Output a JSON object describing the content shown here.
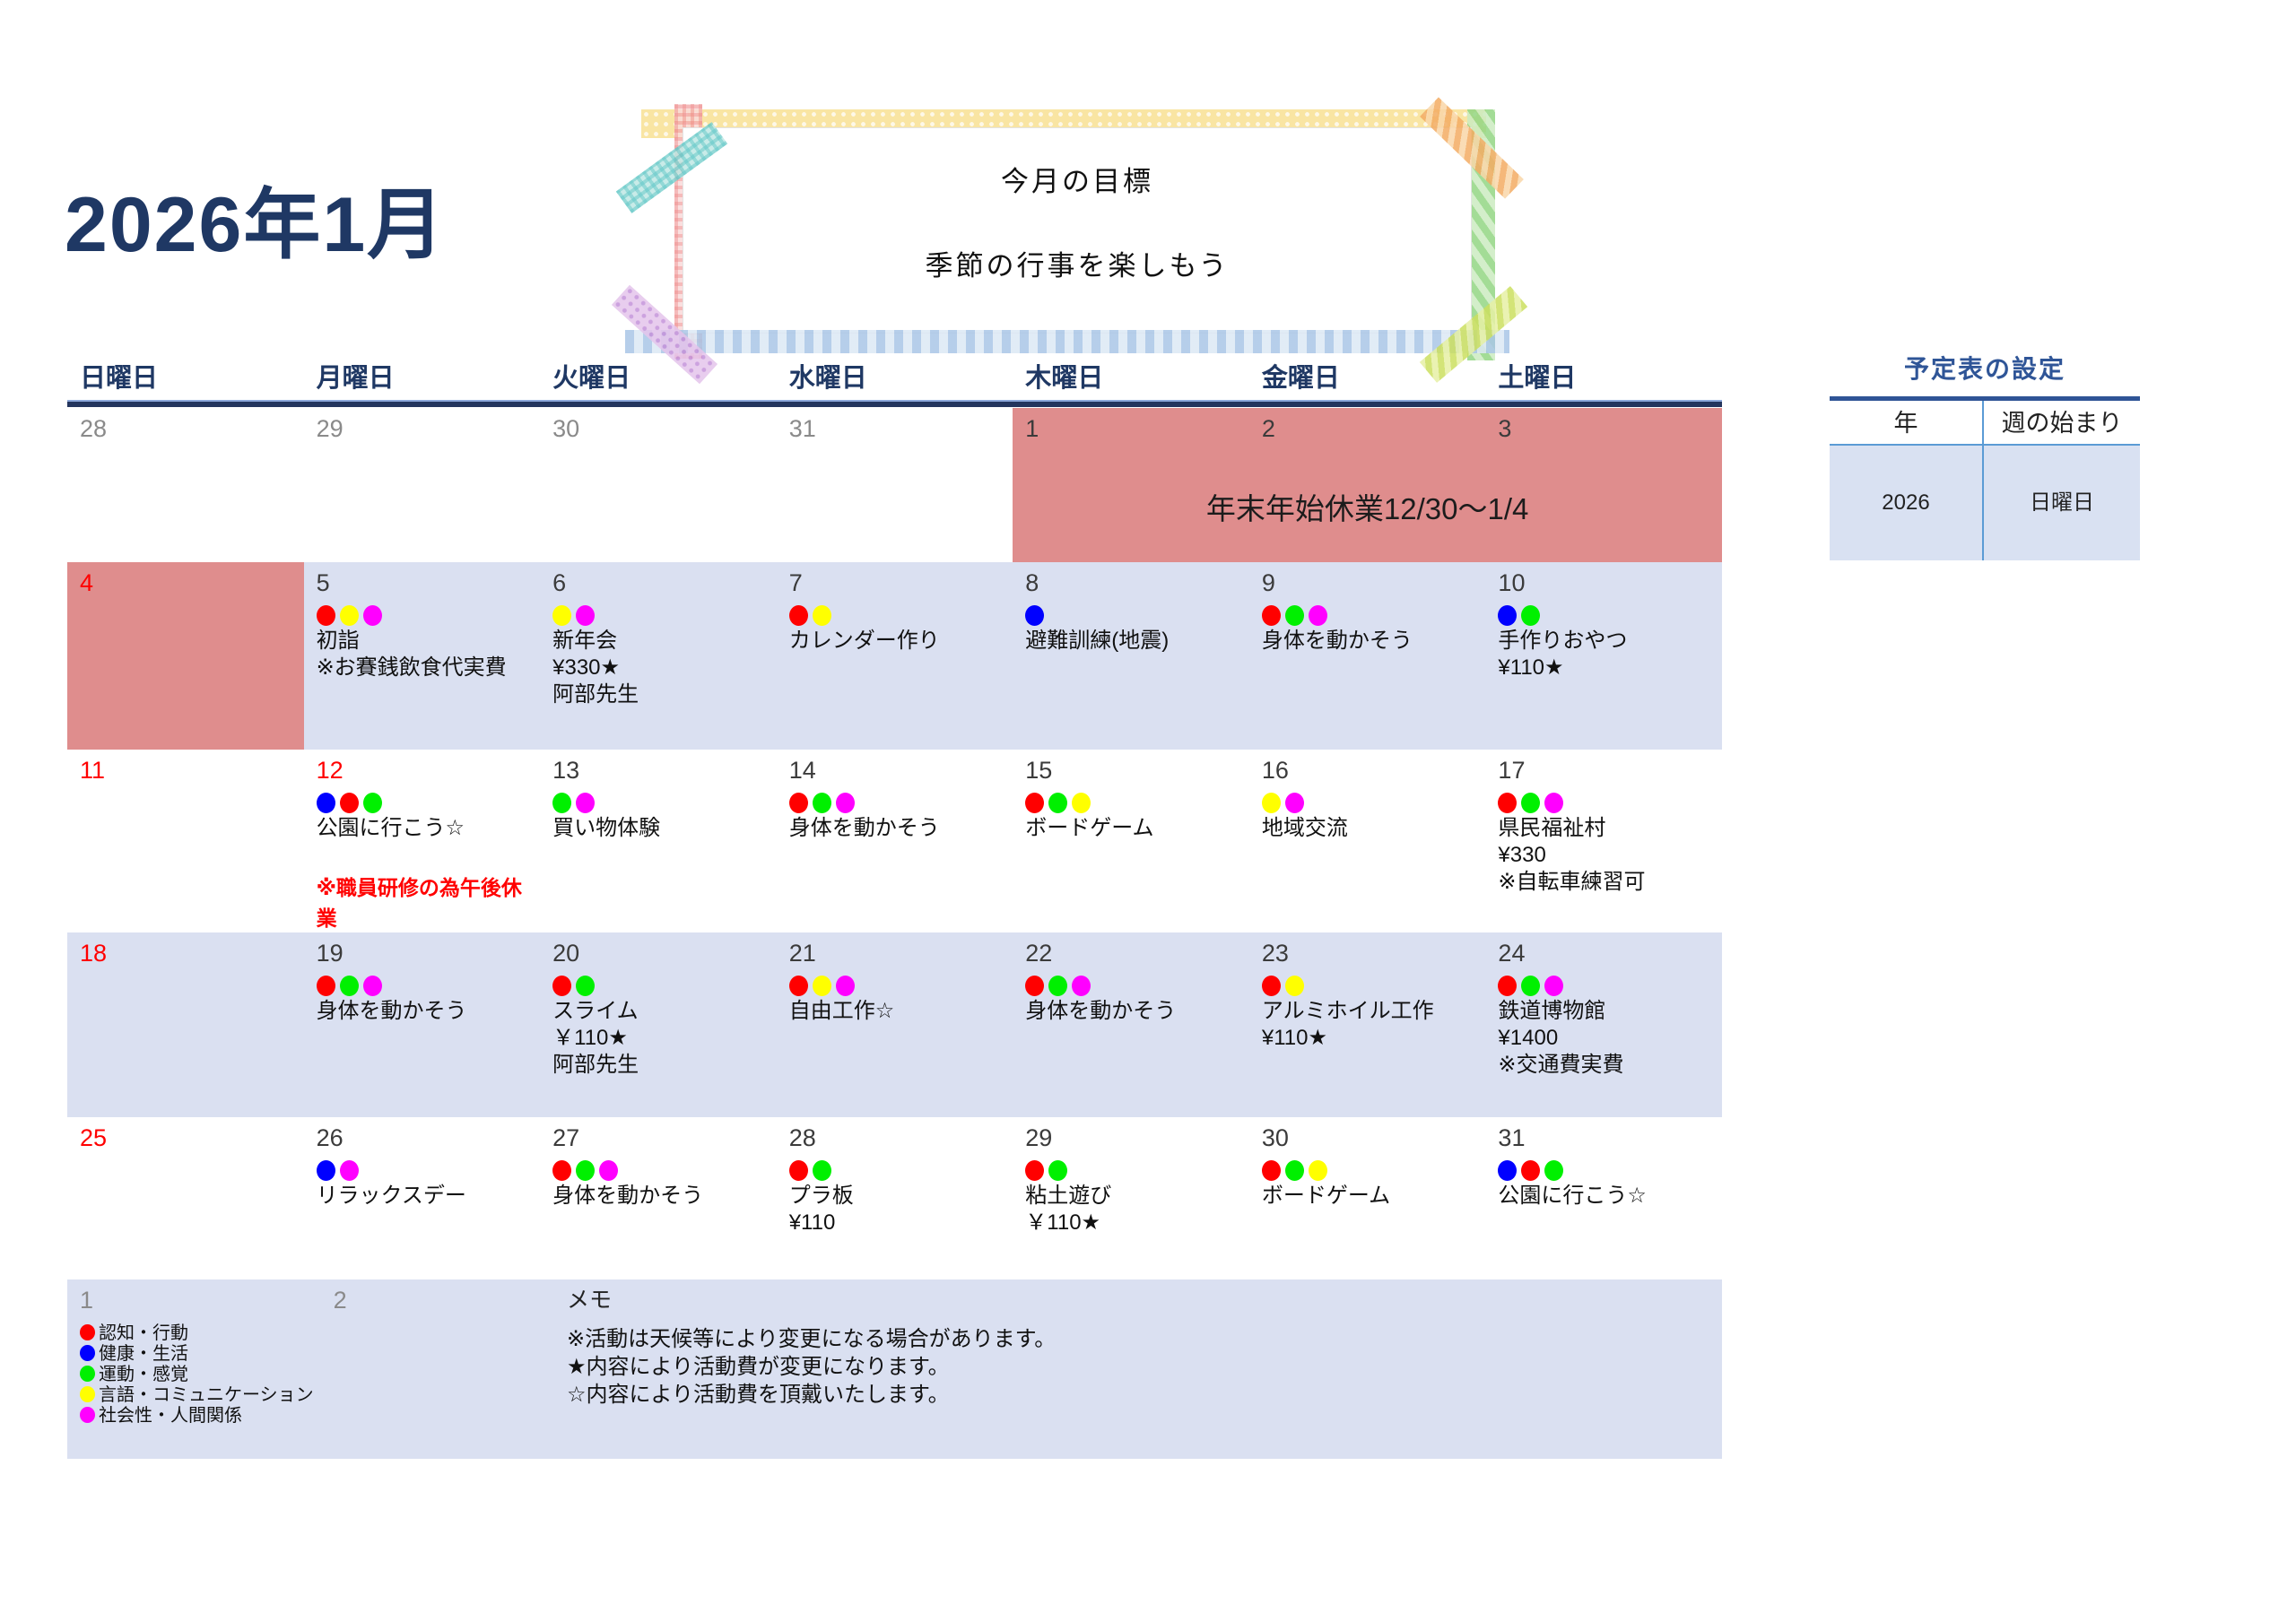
{
  "page": {
    "title": "2026年1月"
  },
  "banner": {
    "line1": "今月の目標",
    "line2": "季節の行事を楽しもう"
  },
  "weekday_headers": [
    "日曜日",
    "月曜日",
    "火曜日",
    "水曜日",
    "木曜日",
    "金曜日",
    "土曜日"
  ],
  "settings": {
    "title": "予定表の設定",
    "year_header": "年",
    "week_start_header": "週の始まり",
    "year_value": "2026",
    "week_start_value": "日曜日"
  },
  "dot_palette": {
    "red": "#FF0000",
    "blue": "#0000FF",
    "green": "#00F000",
    "yellow": "#FFFF00",
    "magenta": "#FF00FF"
  },
  "theme_colors": {
    "title_navy": "#1F3864",
    "holiday_red": "#DF8D8D",
    "week_band_blue": "#DAE0F1",
    "settings_blue": "#2F5597",
    "sunday_red": "#FF0000"
  },
  "calendar": {
    "rows": [
      {
        "bg": "white",
        "cells": [
          {
            "date": "28",
            "date_color": "gray"
          },
          {
            "date": "29",
            "date_color": "gray"
          },
          {
            "date": "30",
            "date_color": "gray"
          },
          {
            "date": "31",
            "date_color": "gray"
          },
          {
            "type": "holiday-block",
            "span": 3,
            "dates": [
              "1",
              "2",
              "3"
            ],
            "text": "年末年始休業12/30～1/4"
          }
        ]
      },
      {
        "bg": "blue",
        "cells": [
          {
            "date": "4",
            "date_color": "red",
            "cell_bg": "holiday"
          },
          {
            "date": "5",
            "dots": [
              "red",
              "yellow",
              "magenta"
            ],
            "lines": [
              "初詣",
              "※お賽銭飲食代実費"
            ]
          },
          {
            "date": "6",
            "dots": [
              "yellow",
              "magenta"
            ],
            "lines": [
              "新年会",
              "¥330★",
              "阿部先生"
            ]
          },
          {
            "date": "7",
            "dots": [
              "red",
              "yellow"
            ],
            "lines": [
              "カレンダー作り"
            ]
          },
          {
            "date": "8",
            "dots": [
              "blue"
            ],
            "lines": [
              "避難訓練(地震)"
            ]
          },
          {
            "date": "9",
            "dots": [
              "red",
              "green",
              "magenta"
            ],
            "lines": [
              "身体を動かそう"
            ]
          },
          {
            "date": "10",
            "dots": [
              "blue",
              "green"
            ],
            "lines": [
              "手作りおやつ",
              "¥110★"
            ]
          }
        ]
      },
      {
        "bg": "white",
        "cells": [
          {
            "date": "11",
            "date_color": "red"
          },
          {
            "date": "12",
            "date_color": "red",
            "dots": [
              "blue",
              "red",
              "green"
            ],
            "lines": [
              "公園に行こう☆"
            ],
            "note": "※職員研修の為午後休業"
          },
          {
            "date": "13",
            "dots": [
              "green",
              "magenta"
            ],
            "lines": [
              "買い物体験"
            ]
          },
          {
            "date": "14",
            "dots": [
              "red",
              "green",
              "magenta"
            ],
            "lines": [
              "身体を動かそう"
            ]
          },
          {
            "date": "15",
            "dots": [
              "red",
              "green",
              "yellow"
            ],
            "lines": [
              "ボードゲーム"
            ]
          },
          {
            "date": "16",
            "dots": [
              "yellow",
              "magenta"
            ],
            "lines": [
              "地域交流"
            ]
          },
          {
            "date": "17",
            "dots": [
              "red",
              "green",
              "magenta"
            ],
            "lines": [
              "県民福祉村",
              "¥330",
              "※自転車練習可"
            ]
          }
        ]
      },
      {
        "bg": "blue",
        "cells": [
          {
            "date": "18",
            "date_color": "red"
          },
          {
            "date": "19",
            "dots": [
              "red",
              "green",
              "magenta"
            ],
            "lines": [
              "身体を動かそう"
            ]
          },
          {
            "date": "20",
            "dots": [
              "red",
              "green"
            ],
            "lines": [
              "スライム",
              "￥110★",
              "阿部先生"
            ]
          },
          {
            "date": "21",
            "dots": [
              "red",
              "yellow",
              "magenta"
            ],
            "lines": [
              "自由工作☆"
            ]
          },
          {
            "date": "22",
            "dots": [
              "red",
              "green",
              "magenta"
            ],
            "lines": [
              "身体を動かそう"
            ]
          },
          {
            "date": "23",
            "dots": [
              "red",
              "yellow"
            ],
            "lines": [
              "アルミホイル工作",
              "¥110★"
            ]
          },
          {
            "date": "24",
            "dots": [
              "red",
              "green",
              "magenta"
            ],
            "lines": [
              "鉄道博物館",
              "¥1400",
              "※交通費実費"
            ]
          }
        ]
      },
      {
        "bg": "white",
        "cells": [
          {
            "date": "25",
            "date_color": "red"
          },
          {
            "date": "26",
            "dots": [
              "blue",
              "magenta"
            ],
            "lines": [
              "リラックスデー"
            ]
          },
          {
            "date": "27",
            "dots": [
              "red",
              "green",
              "magenta"
            ],
            "lines": [
              "身体を動かそう"
            ]
          },
          {
            "date": "28",
            "dots": [
              "red",
              "green"
            ],
            "lines": [
              "プラ板",
              "¥110"
            ]
          },
          {
            "date": "29",
            "dots": [
              "red",
              "green"
            ],
            "lines": [
              "粘土遊び",
              "￥110★"
            ]
          },
          {
            "date": "30",
            "dots": [
              "red",
              "green",
              "yellow"
            ],
            "lines": [
              "ボードゲーム"
            ]
          },
          {
            "date": "31",
            "dots": [
              "blue",
              "red",
              "green"
            ],
            "lines": [
              "公園に行こう☆"
            ]
          }
        ]
      }
    ]
  },
  "footer": {
    "dates": [
      "1",
      "2"
    ],
    "legend": [
      {
        "color": "red",
        "label": "認知・行動"
      },
      {
        "color": "blue",
        "label": "健康・生活"
      },
      {
        "color": "green",
        "label": "運動・感覚"
      },
      {
        "color": "yellow",
        "label": "言語・コミュニケーション"
      },
      {
        "color": "magenta",
        "label": "社会性・人間関係"
      }
    ],
    "memo_title": "メモ",
    "memo_lines": [
      "※活動は天候等により変更になる場合があります。",
      "★内容により活動費が変更になります。",
      "☆内容により活動費を頂戴いたします。"
    ]
  }
}
